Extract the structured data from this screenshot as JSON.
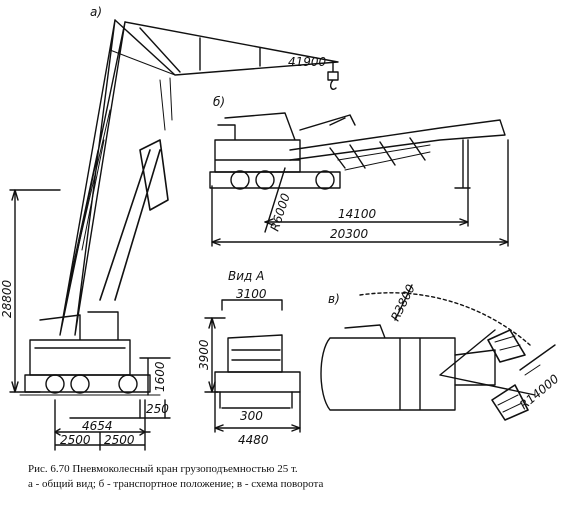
{
  "labels": {
    "view_a": "а)",
    "view_b": "б)",
    "view_c": "в)",
    "vid_a": "Вид А"
  },
  "dimensions": {
    "d_41900": "41900",
    "d_28800": "28800",
    "d_1600": "1600",
    "d_250": "250",
    "d_4654": "4654",
    "d_2500_left": "2500",
    "d_2500_right": "2500",
    "d_3100": "3100",
    "d_3900": "3900",
    "d_300": "300",
    "d_4480": "4480",
    "d_r6000": "R6000",
    "d_14100": "14100",
    "d_20300": "20300",
    "d_r3800": "R3800",
    "d_r14000": "R14000"
  },
  "caption": {
    "line1": "Рис. 6.70 Пневмоколесный кран грузоподъемностью 25 т.",
    "line2": "а - общий вид; б - транспортное положение; в - схема поворота"
  }
}
